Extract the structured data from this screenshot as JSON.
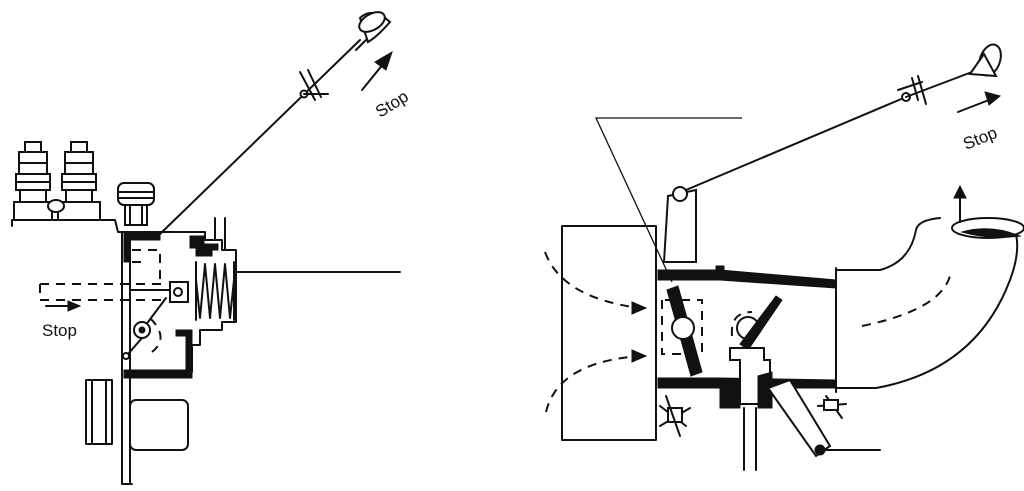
{
  "labels": {
    "left_lever_stop": "Stop",
    "left_rod_stop": "Stop",
    "right_lever_stop": "Stop"
  }
}
